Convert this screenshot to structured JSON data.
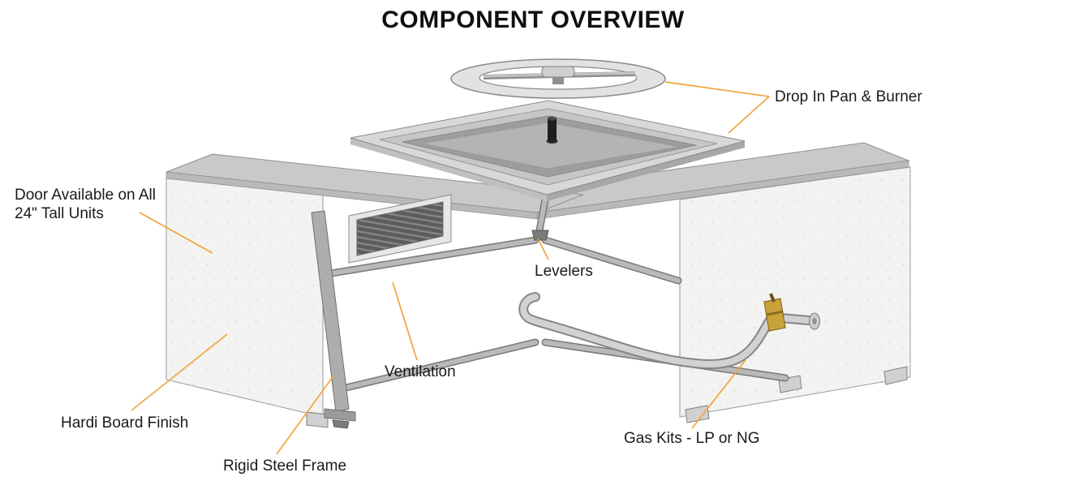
{
  "title": "COMPONENT OVERVIEW",
  "labels": {
    "drop_in_pan_burner": "Drop In Pan & Burner",
    "door_line1": "Door Available on All",
    "door_line2": "24\" Tall Units",
    "levelers": "Levelers",
    "ventilation": "Ventilation",
    "hardi_board": "Hardi Board Finish",
    "rigid_steel_frame": "Rigid Steel Frame",
    "gas_kits": "Gas Kits - LP or NG"
  },
  "colors": {
    "leader": "#F2A43B",
    "text": "#1A1A1A",
    "title": "#101010",
    "background": "#FFFFFF",
    "counter": "#C9C9C9",
    "panel": "#F3F3F1",
    "steel": "#ADADAD",
    "brass": "#C9A23A"
  }
}
